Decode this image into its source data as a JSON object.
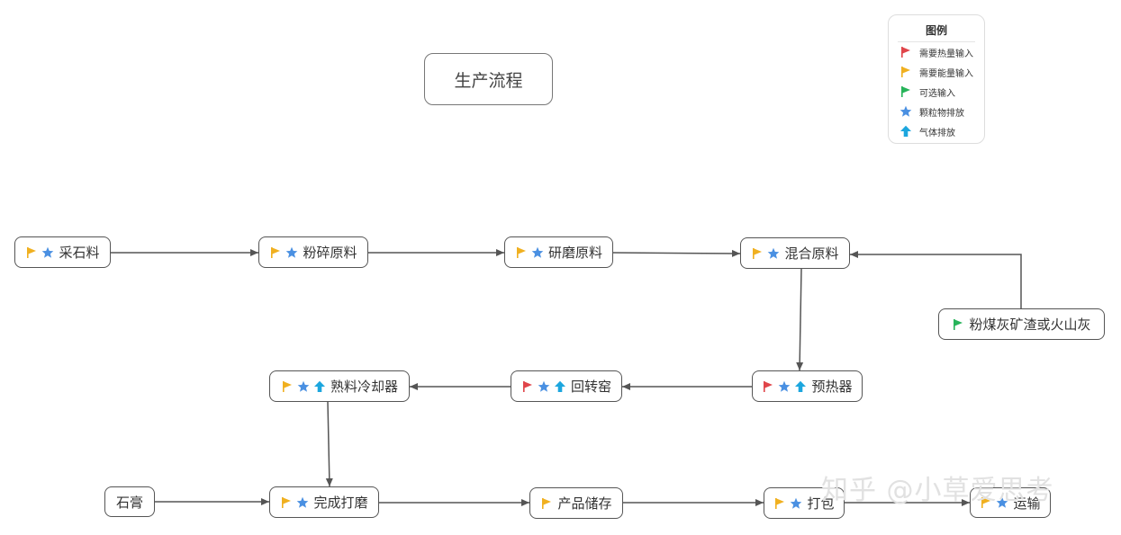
{
  "title": "生产流程",
  "legend": {
    "title": "图例",
    "items": [
      {
        "icon": "red-flag-icon",
        "color": "#e0454a",
        "label": "需要热量输入"
      },
      {
        "icon": "orange-flag-icon",
        "color": "#f0b020",
        "label": "需要能量输入"
      },
      {
        "icon": "green-flag-icon",
        "color": "#27b45a",
        "label": "可选输入"
      },
      {
        "icon": "blue-star-icon",
        "color": "#4a90e2",
        "label": "颗粒物排放"
      },
      {
        "icon": "cyan-arrow-up-icon",
        "color": "#1ca6de",
        "label": "气体排放"
      }
    ]
  },
  "nodes": {
    "quarry": {
      "label": "采石料",
      "icons": [
        "orange-flag",
        "star"
      ]
    },
    "crush": {
      "label": "粉碎原料",
      "icons": [
        "orange-flag",
        "star"
      ]
    },
    "grind": {
      "label": "研磨原料",
      "icons": [
        "orange-flag",
        "star"
      ]
    },
    "mix": {
      "label": "混合原料",
      "icons": [
        "orange-flag",
        "star"
      ]
    },
    "flyash": {
      "label": "粉煤灰矿渣或火山灰",
      "icons": [
        "green-flag"
      ]
    },
    "preheater": {
      "label": "预热器",
      "icons": [
        "red-flag",
        "star",
        "arrow"
      ]
    },
    "kiln": {
      "label": "回转窑",
      "icons": [
        "red-flag",
        "star",
        "arrow"
      ]
    },
    "cooler": {
      "label": "熟料冷却器",
      "icons": [
        "orange-flag",
        "star",
        "arrow"
      ]
    },
    "gypsum": {
      "label": "石膏",
      "icons": []
    },
    "finish": {
      "label": "完成打磨",
      "icons": [
        "orange-flag",
        "star"
      ]
    },
    "storage": {
      "label": "产品储存",
      "icons": [
        "orange-flag"
      ]
    },
    "pack": {
      "label": "打包",
      "icons": [
        "orange-flag",
        "star"
      ]
    },
    "ship": {
      "label": "运输",
      "icons": [
        "orange-flag",
        "star"
      ]
    }
  },
  "edges": [
    [
      "quarry",
      "crush"
    ],
    [
      "crush",
      "grind"
    ],
    [
      "grind",
      "mix"
    ],
    [
      "flyash",
      "mix"
    ],
    [
      "mix",
      "preheater"
    ],
    [
      "preheater",
      "kiln"
    ],
    [
      "kiln",
      "cooler"
    ],
    [
      "cooler",
      "finish"
    ],
    [
      "gypsum",
      "finish"
    ],
    [
      "finish",
      "storage"
    ],
    [
      "storage",
      "pack"
    ],
    [
      "pack",
      "ship"
    ]
  ],
  "colors": {
    "red": "#e0454a",
    "orange": "#f0b020",
    "green": "#27b45a",
    "star": "#4a90e2",
    "arrow": "#1ca6de",
    "edge": "#555555"
  },
  "watermark": "知乎 @小草爱思考"
}
